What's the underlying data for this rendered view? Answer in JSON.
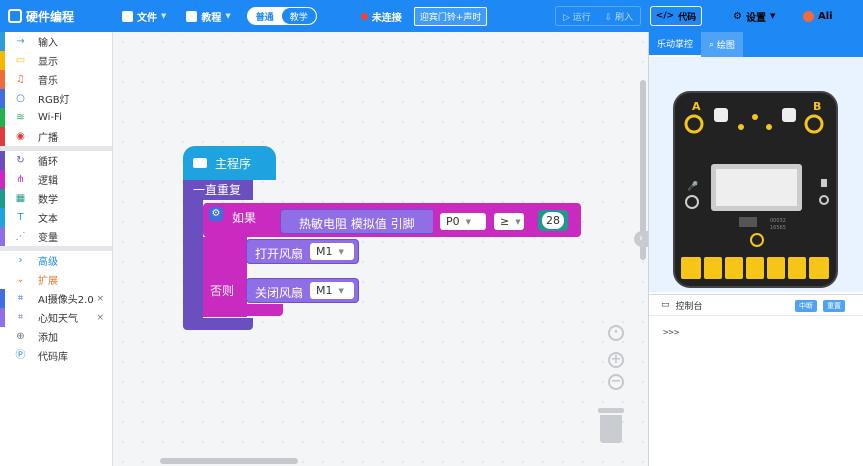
{
  "app": {
    "title": "硬件编程"
  },
  "menu": {
    "file": "文件",
    "tutorial": "教程"
  },
  "mode": {
    "normal": "普通",
    "teach": "教学"
  },
  "connection": {
    "status": "未连接",
    "button": "迎宾门铃+声时"
  },
  "run": {
    "run": "运行",
    "flash": "刷入"
  },
  "code_button": "代码",
  "settings": "设置",
  "user": {
    "name": "Ali"
  },
  "categories": [
    {
      "label": "输入",
      "color": "#2d9cdb",
      "icon": "→"
    },
    {
      "label": "显示",
      "color": "#f5b700",
      "icon": "▭"
    },
    {
      "label": "音乐",
      "color": "#f26b3a",
      "icon": "♫"
    },
    {
      "label": "RGB灯",
      "color": "#3e6fe0",
      "icon": "○"
    },
    {
      "label": "Wi-Fi",
      "color": "#22b14c",
      "icon": "≋"
    },
    {
      "label": "广播",
      "color": "#e03c3c",
      "icon": "◉"
    },
    {
      "label": "循环",
      "color": "#6a4fc1",
      "icon": "↻"
    },
    {
      "label": "逻辑",
      "color": "#c92ac0",
      "icon": "⋔"
    },
    {
      "label": "数学",
      "color": "#1d9a8a",
      "icon": "▦"
    },
    {
      "label": "文本",
      "color": "#1ea3e0",
      "icon": "T"
    },
    {
      "label": "变量",
      "color": "#8f6ee6",
      "icon": "⋰"
    }
  ],
  "advanced": "高级",
  "extensions": "扩展",
  "ext_items": [
    {
      "label": "AI摄像头2.0",
      "color": "#3e6fe0"
    },
    {
      "label": "心知天气",
      "color": "#8f6ee6"
    }
  ],
  "add": "添加",
  "code_lib": "代码库",
  "blocks": {
    "main": "主程序",
    "forever": "一直重复",
    "if": "如果",
    "else": "否则",
    "sensor": "热敏电阻 模拟值 引脚",
    "pin": "P0",
    "op": "≥",
    "value": "28",
    "fan_on": "打开风扇",
    "fan_off": "关闭风扇",
    "fan_pin_on": "M1",
    "fan_pin_off": "M1"
  },
  "panel": {
    "tab1": "乐动掌控",
    "tab2": "绘图",
    "console": "控制台",
    "chip1": "中断",
    "chip2": "重置",
    "prompt": ">>>"
  }
}
